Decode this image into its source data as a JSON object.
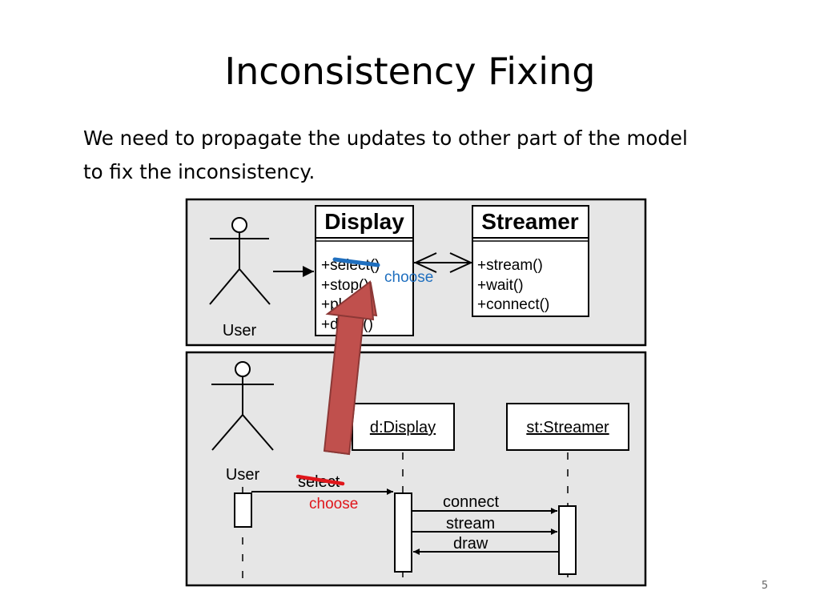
{
  "slide": {
    "title": "Inconsistency Fixing",
    "body_lines": [
      "We need to propagate the updates to other part of the model",
      "to fix the inconsistency."
    ],
    "page_number": "5"
  },
  "class_diagram": {
    "actor_label": "User",
    "display_class": {
      "name": "Display",
      "methods": [
        "+select()",
        "+stop()",
        "+play()",
        "+draw()"
      ]
    },
    "streamer_class": {
      "name": "Streamer",
      "methods": [
        "+stream()",
        "+wait()",
        "+connect()"
      ]
    },
    "correction_label": "choose",
    "correction_color": "#1f6fbf"
  },
  "sequence_diagram": {
    "actor_label": "User",
    "display_lifeline": "d:Display",
    "streamer_lifeline": "st:Streamer",
    "messages": {
      "select": "select",
      "connect": "connect",
      "stream": "stream",
      "draw": "draw"
    },
    "correction_label": "choose",
    "correction_color": "#e0161b"
  },
  "colors": {
    "panel_bg": "#e6e6e6",
    "arrow_fill": "#c0504d",
    "arrow_stroke": "#8c3836"
  }
}
